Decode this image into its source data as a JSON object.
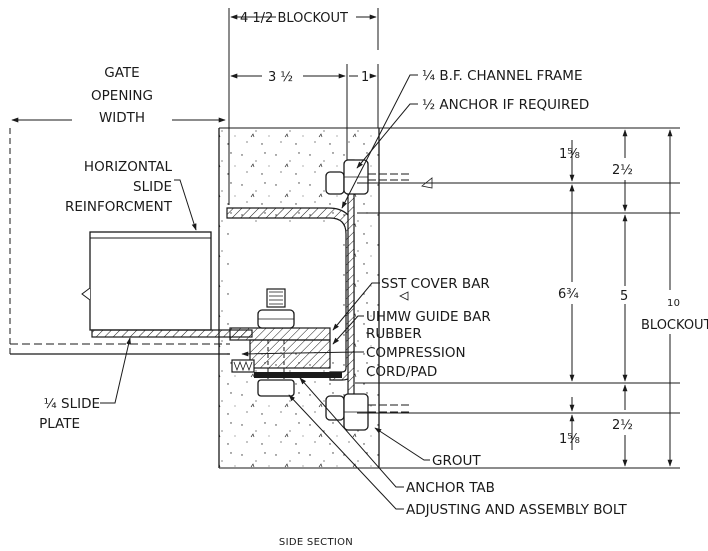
{
  "caption": "SIDE SECTION",
  "dims": {
    "blockout_top": "4 1/2 BLOCKOUT",
    "three_half": "3 ½",
    "one": "1",
    "gate_opening": [
      "GATE",
      "OPENING",
      "WIDTH"
    ],
    "top_right_a": "1⅝",
    "top_right_b": "2½",
    "mid_a": "6¾",
    "mid_b": "5",
    "blockout_right": [
      "10",
      "BLOCKOUT"
    ],
    "bottom_right_a": "1⅝",
    "bottom_right_b": "2½"
  },
  "labels": {
    "bf_channel": "¼ B.F. CHANNEL FRAME",
    "anchor": "½ ANCHOR IF REQUIRED",
    "reinforcement": [
      "HORIZONTAL",
      "SLIDE",
      "REINFORCMENT"
    ],
    "sst_cover": "SST COVER BAR",
    "uhmw": "UHMW GUIDE BAR",
    "rubber": [
      "RUBBER",
      "COMPRESSION",
      "CORD/PAD"
    ],
    "slide_plate": [
      "¼ SLIDE",
      "PLATE"
    ],
    "grout": "GROUT",
    "anchor_tab": "ANCHOR TAB",
    "adjusting": "ADJUSTING AND ASSEMBLY BOLT"
  }
}
